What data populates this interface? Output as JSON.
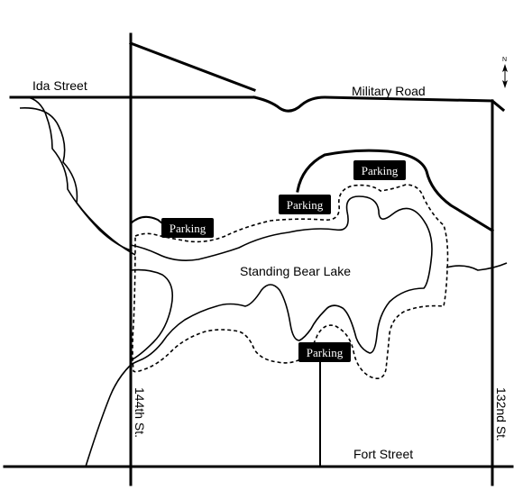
{
  "roads": {
    "ida_street": "Ida Street",
    "military_road": "Military Road",
    "fort_street": "Fort Street",
    "st_144th": "144th St.",
    "st_132nd": "132nd St."
  },
  "lake": {
    "name": "Standing Bear Lake"
  },
  "parking": [
    {
      "label": "Parking"
    },
    {
      "label": "Parking"
    },
    {
      "label": "Parking"
    },
    {
      "label": "Parking"
    }
  ],
  "north_arrow": {
    "label": "N",
    "icon": "north-arrow-icon"
  }
}
